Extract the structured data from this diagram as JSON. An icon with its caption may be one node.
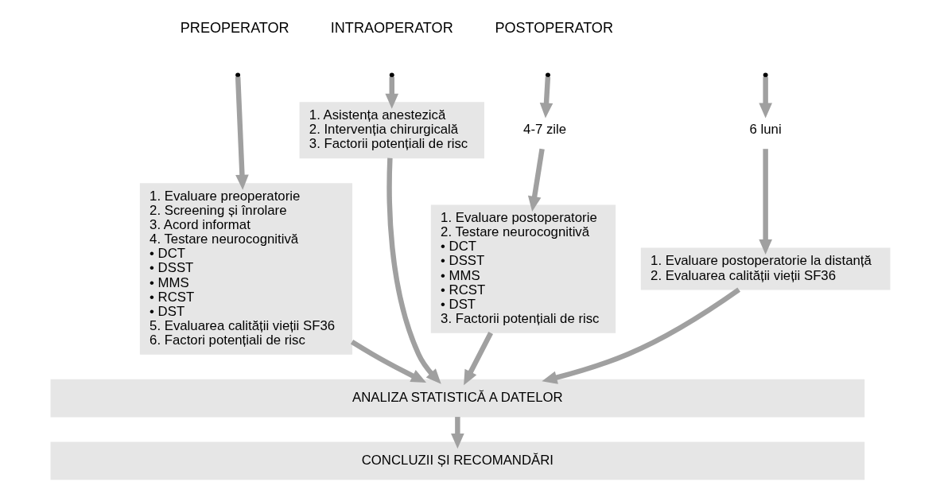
{
  "diagram": {
    "nodes": [
      {
        "text": [
          "1. Evaluare preoperatorie",
          "2. Screening și înrolare",
          "3. Acord informat",
          "4. Testare neurocognitivă",
          "• DCT",
          "• DSST",
          "• MMS",
          "• RCST",
          "• DST",
          "5. Evaluarea calității vieții SF36",
          "6. Factori potențiali de risc"
        ]
      },
      {
        "text": [
          "1. Asistența anestezică",
          "2. Intervenția chirurgicală",
          "3. Factorii potențiali de risc"
        ]
      },
      {
        "text": [
          "4-7 zile"
        ]
      },
      {
        "text": [
          "6 luni"
        ]
      },
      {
        "text": [
          "1. Evaluare postoperatorie",
          "2. Testare neurocognitivă",
          "• DCT",
          "• DSST",
          "• MMS",
          "• RCST",
          "• DST",
          "3. Factorii potențiali de risc"
        ]
      },
      {
        "text": [
          "1. Evaluare postoperatorie la distanță",
          "2. Evaluarea calității vieții SF36"
        ]
      },
      {
        "text": [
          "ANALIZA STATISTICĂ A DATELOR"
        ]
      },
      {
        "text": [
          "CONCLUZII ȘI RECOMANDĂRI"
        ]
      }
    ],
    "edges": [
      {
        "from": null,
        "to": 0,
        "arrow": "to"
      },
      {
        "from": null,
        "to": 1,
        "arrow": "to"
      },
      {
        "from": null,
        "to": 2,
        "arrow": "to"
      },
      {
        "from": null,
        "to": 3,
        "arrow": "to"
      },
      {
        "from": 2,
        "to": 4,
        "arrow": "to"
      },
      {
        "from": 3,
        "to": 5,
        "arrow": "to"
      },
      {
        "from": 0,
        "to": 6,
        "arrow": "to"
      },
      {
        "from": 1,
        "to": 6,
        "arrow": "to"
      },
      {
        "from": 4,
        "to": 6,
        "arrow": "to"
      },
      {
        "from": 5,
        "to": 6,
        "arrow": "to"
      },
      {
        "from": 6,
        "to": 7,
        "arrow": "to"
      }
    ],
    "labels": [
      "PREOPERATOR",
      "INTRAOPERATOR",
      "POSTOPERATOR"
    ]
  }
}
